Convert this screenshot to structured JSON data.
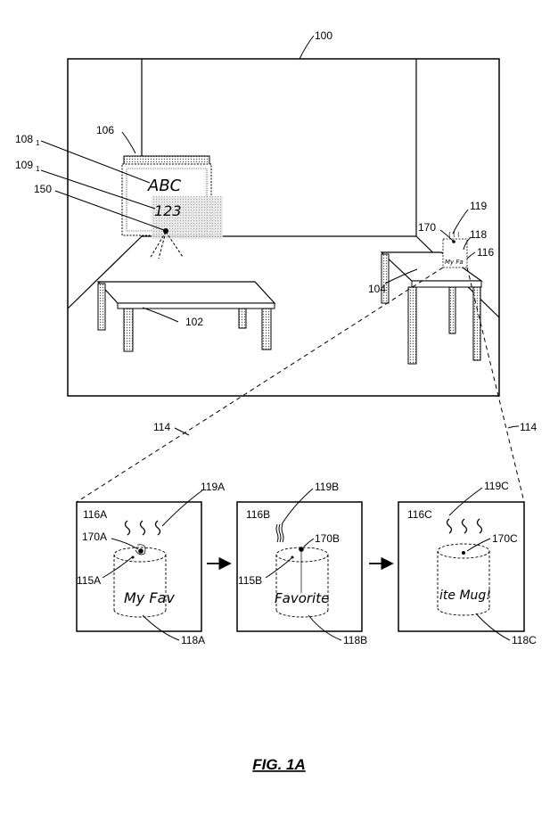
{
  "labels": {
    "room": "100",
    "table_left": "102",
    "table_right": "104",
    "screen": "106",
    "content_1": "108",
    "content_1_sub": "1",
    "content_2": "109",
    "content_2_sub": "1",
    "pointer": "150",
    "connector_left": "114",
    "connector_right": "114",
    "mug_view": "116",
    "mug": "118",
    "steam": "119",
    "mug_point": "170"
  },
  "screen_text": {
    "line1": "ABC",
    "line2": "123"
  },
  "mug_small_text": "My Fa",
  "panels": [
    {
      "id": "116A",
      "steam": "119A",
      "point": "170A",
      "sub_point": "115A",
      "mug": "118A",
      "text": "My Fav"
    },
    {
      "id": "116B",
      "steam": "119B",
      "point": "170B",
      "sub_point": "115B",
      "mug": "118B",
      "text": "Favorite"
    },
    {
      "id": "116C",
      "steam": "119C",
      "point": "170C",
      "mug": "118C",
      "text": "ite Mug!"
    }
  ],
  "figure_caption": "FIG. 1A"
}
